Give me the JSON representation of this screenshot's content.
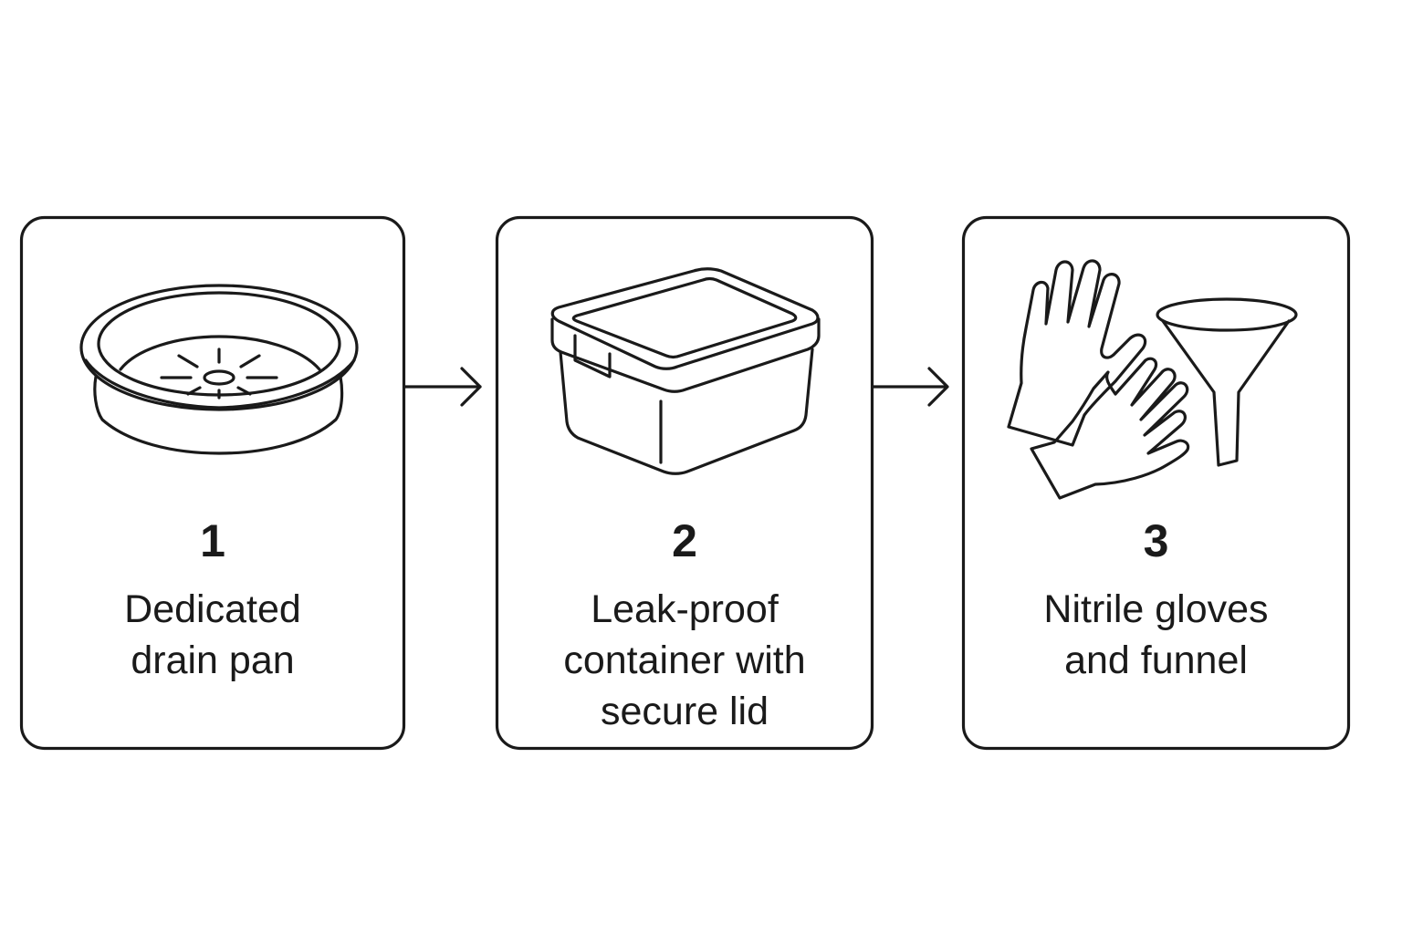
{
  "diagram": {
    "type": "process-flow",
    "steps": [
      {
        "number": "1",
        "label_lines": [
          "Dedicated",
          "drain pan"
        ],
        "icon": "drain-pan-icon"
      },
      {
        "number": "2",
        "label_lines": [
          "Leak-proof",
          "container with",
          "secure lid"
        ],
        "icon": "container-with-lid-icon"
      },
      {
        "number": "3",
        "label_lines": [
          "Nitrile gloves",
          "and funnel"
        ],
        "icon": "gloves-and-funnel-icon"
      }
    ],
    "connectors": [
      {
        "from": "1",
        "to": "2",
        "icon": "arrow-right-icon"
      },
      {
        "from": "2",
        "to": "3",
        "icon": "arrow-right-icon"
      }
    ],
    "colors": {
      "stroke": "#1a1a1a",
      "background": "#ffffff"
    }
  }
}
